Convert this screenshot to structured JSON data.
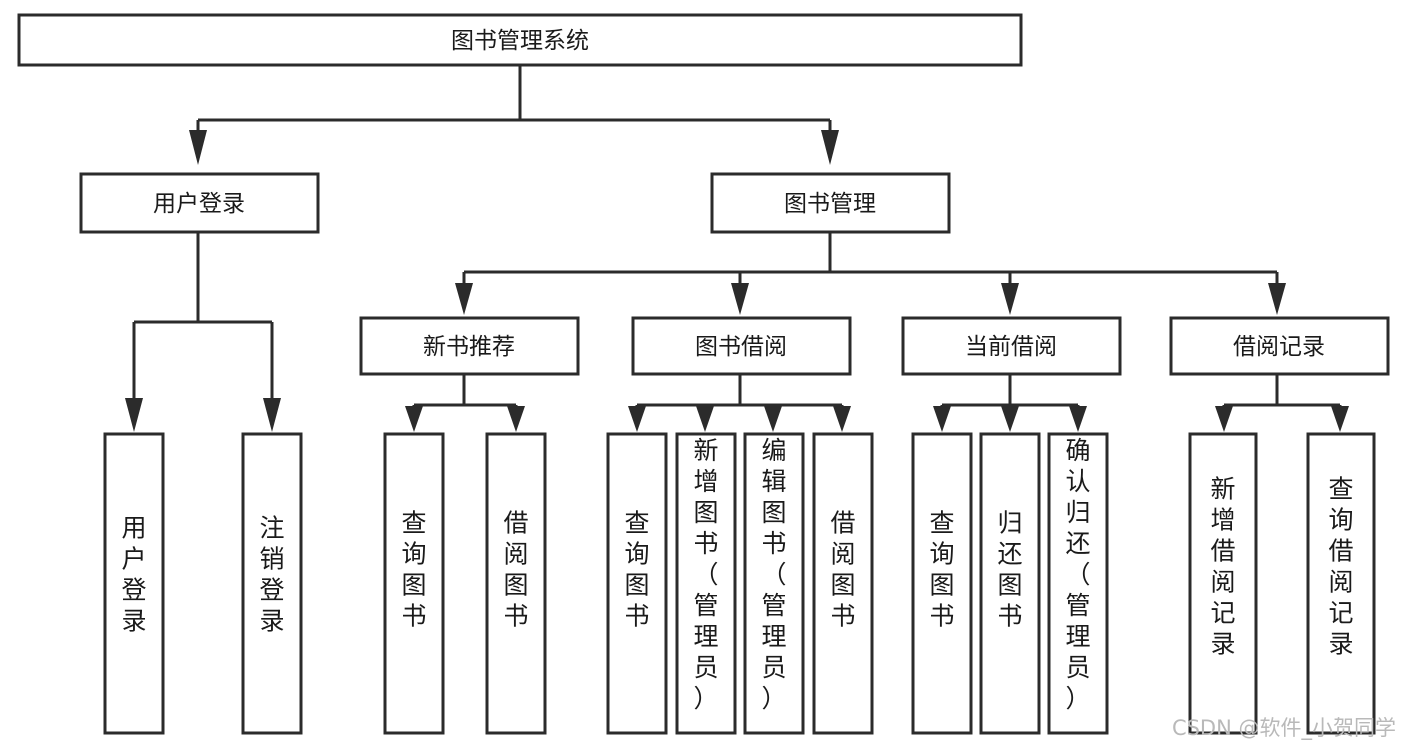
{
  "diagram": {
    "title": "图书管理系统",
    "type": "tree",
    "watermark": "CSDN @软件_小贺同学",
    "colors": {
      "stroke": "#2b2b2b",
      "box_fill": "#ffffff",
      "text": "#1a1a1a",
      "watermark": "#b9b9b9",
      "background": "#ffffff"
    },
    "root": {
      "id": "root",
      "label": "图书管理系统",
      "orientation": "horizontal"
    },
    "level1": [
      {
        "id": "l1-user-login",
        "label": "用户登录",
        "orientation": "horizontal"
      },
      {
        "id": "l1-book-manage",
        "label": "图书管理",
        "orientation": "horizontal"
      }
    ],
    "level2": [
      {
        "id": "l2-new-book-recommend",
        "label": "新书推荐",
        "parent": "l1-book-manage",
        "orientation": "horizontal"
      },
      {
        "id": "l2-book-borrow",
        "label": "图书借阅",
        "parent": "l1-book-manage",
        "orientation": "horizontal"
      },
      {
        "id": "l2-current-borrow",
        "label": "当前借阅",
        "parent": "l1-book-manage",
        "orientation": "horizontal"
      },
      {
        "id": "l2-borrow-record",
        "label": "借阅记录",
        "parent": "l1-book-manage",
        "orientation": "horizontal"
      }
    ],
    "leaves": [
      {
        "id": "leaf-user-login",
        "label": "用户登录",
        "parent": "l1-user-login",
        "orientation": "vertical"
      },
      {
        "id": "leaf-logout",
        "label": "注销登录",
        "parent": "l1-user-login",
        "orientation": "vertical"
      },
      {
        "id": "leaf-query-book-1",
        "label": "查询图书",
        "parent": "l2-new-book-recommend",
        "orientation": "vertical"
      },
      {
        "id": "leaf-borrow-book-1",
        "label": "借阅图书",
        "parent": "l2-new-book-recommend",
        "orientation": "vertical"
      },
      {
        "id": "leaf-query-book-2",
        "label": "查询图书",
        "parent": "l2-book-borrow",
        "orientation": "vertical"
      },
      {
        "id": "leaf-add-book",
        "label": "新增图书（管理员）",
        "parent": "l2-book-borrow",
        "orientation": "vertical"
      },
      {
        "id": "leaf-edit-book",
        "label": "编辑图书（管理员）",
        "parent": "l2-book-borrow",
        "orientation": "vertical"
      },
      {
        "id": "leaf-borrow-book-2",
        "label": "借阅图书",
        "parent": "l2-book-borrow",
        "orientation": "vertical"
      },
      {
        "id": "leaf-query-book-3",
        "label": "查询图书",
        "parent": "l2-current-borrow",
        "orientation": "vertical"
      },
      {
        "id": "leaf-return-book",
        "label": "归还图书",
        "parent": "l2-current-borrow",
        "orientation": "vertical"
      },
      {
        "id": "leaf-confirm-return",
        "label": "确认归还（管理员）",
        "parent": "l2-current-borrow",
        "orientation": "vertical"
      },
      {
        "id": "leaf-add-record",
        "label": "新增借阅记录",
        "parent": "l2-borrow-record",
        "orientation": "vertical"
      },
      {
        "id": "leaf-query-record",
        "label": "查询借阅记录",
        "parent": "l2-borrow-record",
        "orientation": "vertical"
      }
    ]
  }
}
